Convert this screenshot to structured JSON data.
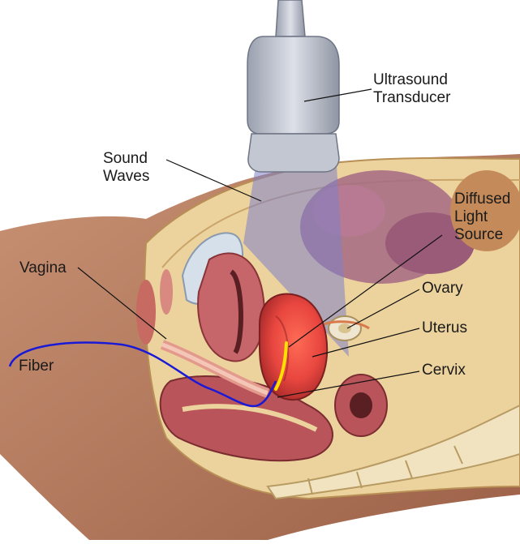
{
  "figure": {
    "labels": {
      "transducer": [
        "Ultrasound",
        "Transducer"
      ],
      "sound_waves": [
        "Sound",
        "Waves"
      ],
      "diffused_light": [
        "Diffused",
        "Light",
        "Source"
      ],
      "vagina": "Vagina",
      "ovary": "Ovary",
      "uterus": "Uterus",
      "fiber": "Fiber",
      "cervix": "Cervix"
    },
    "colors": {
      "skin": "#c48a6a",
      "tissue": "#e9c98f",
      "muscle": "#b8545a",
      "uterus": "#e8463f",
      "fiber": "#1a1ad6",
      "light_source": "#ffe000",
      "beam": "#7d7fc8",
      "probe": "#b8bcc8"
    }
  }
}
